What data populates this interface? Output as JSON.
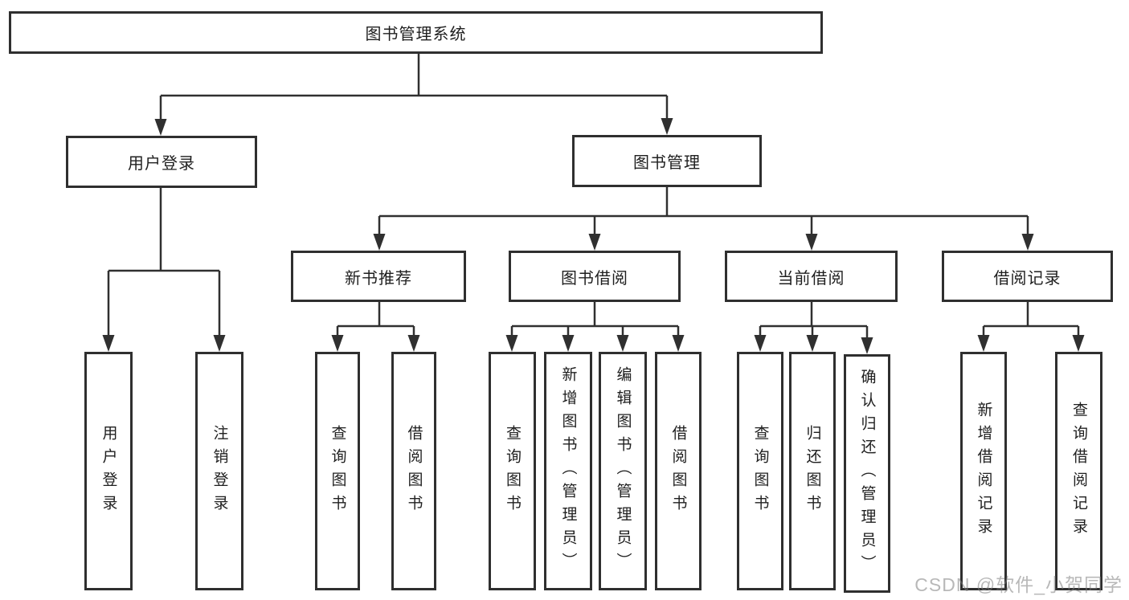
{
  "diagram_type": "hierarchy-flowchart",
  "tree": {
    "label": "图书管理系统",
    "children": [
      {
        "label": "用户登录",
        "children": [
          {
            "label": "用户登录"
          },
          {
            "label": "注销登录"
          }
        ]
      },
      {
        "label": "图书管理",
        "children": [
          {
            "label": "新书推荐",
            "children": [
              {
                "label": "查询图书"
              },
              {
                "label": "借阅图书"
              }
            ]
          },
          {
            "label": "图书借阅",
            "children": [
              {
                "label": "查询图书"
              },
              {
                "label": "新增图书（管理员）"
              },
              {
                "label": "编辑图书（管理员）"
              },
              {
                "label": "借阅图书"
              }
            ]
          },
          {
            "label": "当前借阅",
            "children": [
              {
                "label": "查询图书"
              },
              {
                "label": "归还图书"
              },
              {
                "label": "确认归还（管理员）"
              }
            ]
          },
          {
            "label": "借阅记录",
            "children": [
              {
                "label": "新增借阅记录"
              },
              {
                "label": "查询借阅记录"
              }
            ]
          }
        ]
      }
    ]
  },
  "watermark": {
    "text": "CSDN @软件_小贺同学"
  },
  "colors": {
    "line": "#303030",
    "box_border": "#2f2f2f",
    "text": "#1f1f1f",
    "background": "#ffffff",
    "watermark": "#b5b5b5"
  }
}
